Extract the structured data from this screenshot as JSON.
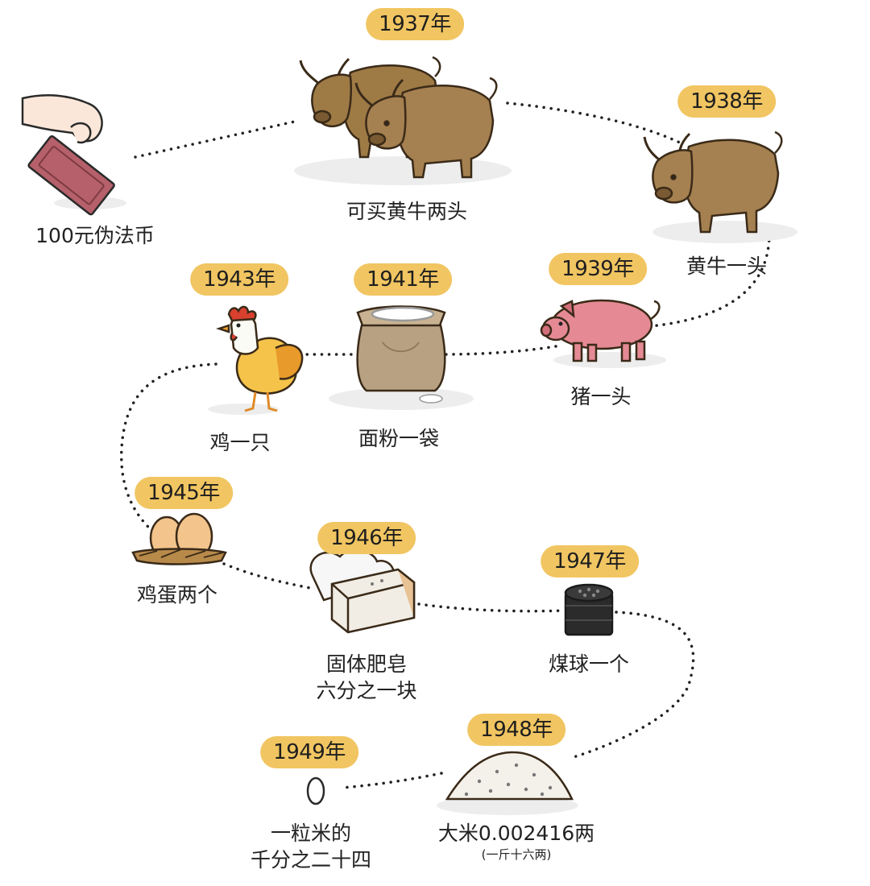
{
  "colors": {
    "pill": "#f1c561",
    "path": "#222222",
    "cattle": "#9e7a45",
    "cattle_dark": "#5a4325",
    "pig": "#e58a94",
    "sack": "#b8a182",
    "hen_body": "#f5c34a",
    "comb": "#d9402e",
    "egg": "#f3c48c",
    "coal": "#2b2b2b",
    "soap": "#f1ede4",
    "note": "#9b4a50"
  },
  "start": {
    "label": "100元伪法币",
    "icons": [
      "hand-icon",
      "banknote-icon"
    ]
  },
  "stops": [
    {
      "id": "1937",
      "year": "1937年",
      "lines": [
        "可买黄牛两头"
      ],
      "icon": "two-cattle-icon"
    },
    {
      "id": "1938",
      "year": "1938年",
      "lines": [
        "黄牛一头"
      ],
      "icon": "cattle-icon"
    },
    {
      "id": "1939",
      "year": "1939年",
      "lines": [
        "猪一头"
      ],
      "icon": "pig-icon"
    },
    {
      "id": "1941",
      "year": "1941年",
      "lines": [
        "面粉一袋"
      ],
      "icon": "flour-sack-icon"
    },
    {
      "id": "1943",
      "year": "1943年",
      "lines": [
        "鸡一只"
      ],
      "icon": "chicken-icon"
    },
    {
      "id": "1945",
      "year": "1945年",
      "lines": [
        "鸡蛋两个"
      ],
      "icon": "eggs-in-nest-icon"
    },
    {
      "id": "1946",
      "year": "1946年",
      "lines": [
        "固体肥皂",
        "六分之一块"
      ],
      "icon": "soap-icon"
    },
    {
      "id": "1947",
      "year": "1947年",
      "lines": [
        "煤球一个"
      ],
      "icon": "coal-briquette-icon"
    },
    {
      "id": "1948",
      "year": "1948年",
      "lines": [
        "大米0.002416两"
      ],
      "sub": "(一斤十六两)",
      "icon": "rice-pile-icon"
    },
    {
      "id": "1949",
      "year": "1949年",
      "lines": [
        "一粒米的",
        "千分之二十四"
      ],
      "icon": "rice-grain-icon"
    }
  ]
}
